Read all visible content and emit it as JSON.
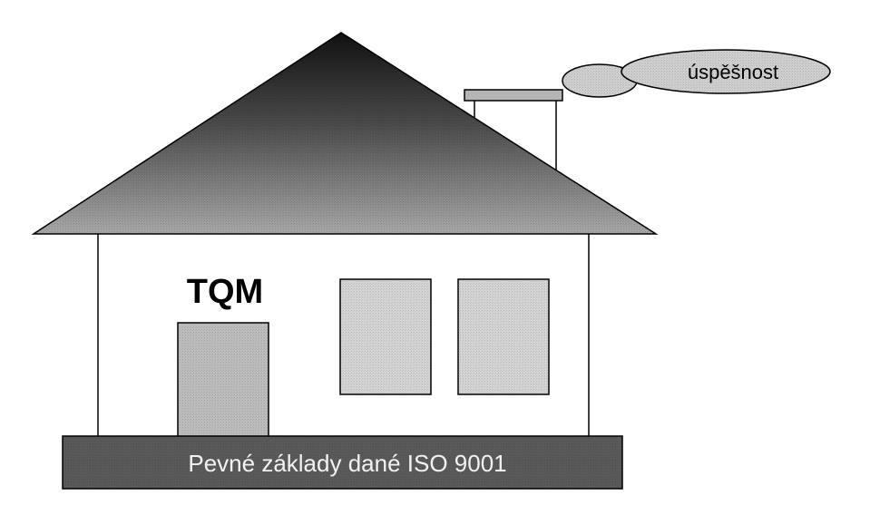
{
  "diagram": {
    "house_label": "TQM",
    "cloud_label": "úspěšnost",
    "foundation_label": "Pevné základy dané ISO 9001"
  },
  "colors": {
    "roof_top": "#1a1a1a",
    "roof_bottom": "#9a9a9a",
    "wall": "#ffffff",
    "door": "#bdbdbd",
    "window": "#d4d4d4",
    "foundation": "#5a5a5a",
    "cloud": "#cfcfcf",
    "outline": "#000000"
  }
}
